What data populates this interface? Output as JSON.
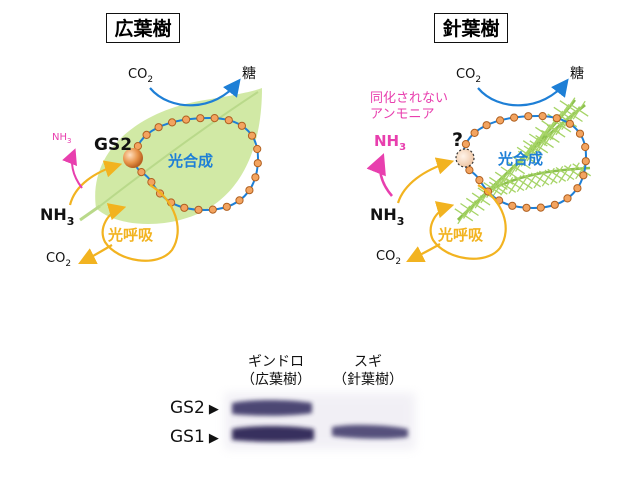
{
  "left": {
    "header": "広葉樹",
    "co2_top": "CO",
    "sugar": "糖",
    "nh3_small": "NH",
    "gs2": "GS2",
    "photosynthesis": "光合成",
    "nh3": "NH",
    "photorespiration": "光呼吸",
    "co2_bottom": "CO"
  },
  "right": {
    "header": "針葉樹",
    "co2_top": "CO",
    "sugar": "糖",
    "unassimilated_line1": "同化されない",
    "unassimilated_line2": "アンモニア",
    "nh3_pink": "NH",
    "question": "?",
    "photosynthesis": "光合成",
    "nh3": "NH",
    "photorespiration": "光呼吸",
    "co2_bottom": "CO"
  },
  "subscripts": {
    "two": "2",
    "three": "3"
  },
  "blot": {
    "lane1_line1": "ギンドロ",
    "lane1_line2": "（広葉樹）",
    "lane2_line1": "スギ",
    "lane2_line2": "（針葉樹）",
    "gs2": "GS2",
    "gs1": "GS1"
  },
  "colors": {
    "leaf": "#cfe8a0",
    "blue": "#1e7fd6",
    "orange": "#f2b320",
    "pink": "#e83fae",
    "bead": "#d98a46",
    "band": "#3a3466"
  }
}
